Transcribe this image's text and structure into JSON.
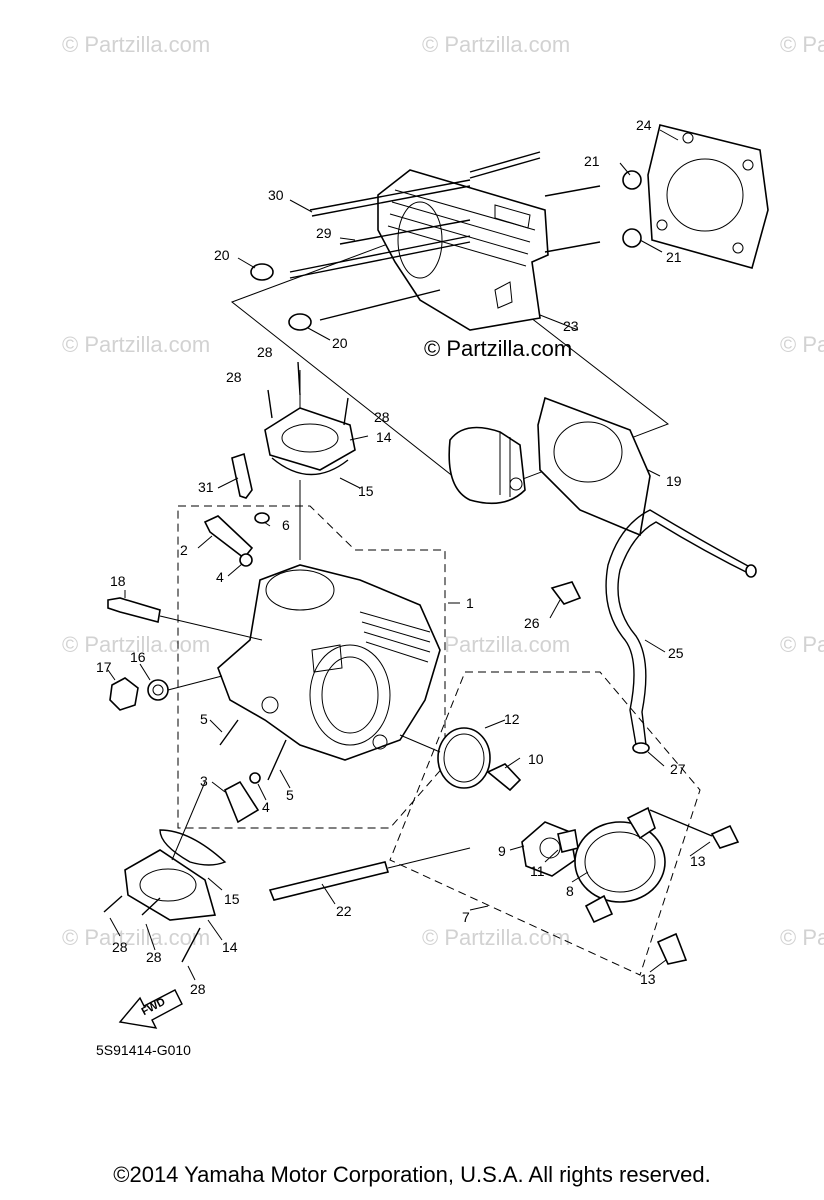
{
  "diagram": {
    "code": "5S91414-G010",
    "fwd_label": "FWD",
    "watermark": "© Partzilla.com",
    "watermark_main": "© Partzilla.com",
    "copyright": "©2014 Yamaha Motor Corporation, U.S.A. All rights reserved.",
    "callouts": {
      "c1": "1",
      "c2": "2",
      "c3": "3",
      "c4a": "4",
      "c4b": "4",
      "c5a": "5",
      "c5b": "5",
      "c6": "6",
      "c7": "7",
      "c8": "8",
      "c9": "9",
      "c10": "10",
      "c11": "11",
      "c12": "12",
      "c13a": "13",
      "c13b": "13",
      "c14a": "14",
      "c14b": "14",
      "c15a": "15",
      "c15b": "15",
      "c16": "16",
      "c17": "17",
      "c18": "18",
      "c19": "19",
      "c20a": "20",
      "c20b": "20",
      "c21a": "21",
      "c21b": "21",
      "c22": "22",
      "c23": "23",
      "c24": "24",
      "c25": "25",
      "c26": "26",
      "c27": "27",
      "c28a": "28",
      "c28b": "28",
      "c28c": "28",
      "c28d": "28",
      "c28e": "28",
      "c28f": "28",
      "c29": "29",
      "c30": "30",
      "c31": "31"
    }
  }
}
